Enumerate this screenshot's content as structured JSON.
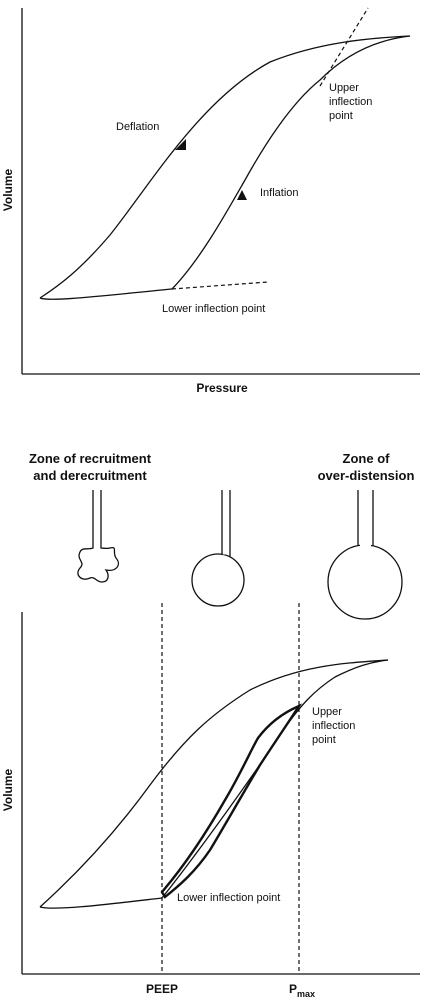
{
  "top_panel": {
    "y_axis_label": "Volume",
    "x_axis_label": "Pressure",
    "deflation_label": "Deflation",
    "inflation_label": "Inflation",
    "upper_ip_line1": "Upper",
    "upper_ip_line2": "inflection",
    "upper_ip_line3": "point",
    "lower_ip_label": "Lower inflection point"
  },
  "bottom_panel": {
    "zone_left_line1": "Zone of recruitment",
    "zone_left_line2": "and derecruitment",
    "zone_right_line1": "Zone of",
    "zone_right_line2": "over-distension",
    "y_axis_label": "Volume",
    "upper_ip_line1": "Upper",
    "upper_ip_line2": "inflection",
    "upper_ip_line3": "point",
    "lower_ip_label": "Lower inflection point",
    "peep_label": "PEEP",
    "pmax_label": "P",
    "pmax_sub": "max"
  }
}
